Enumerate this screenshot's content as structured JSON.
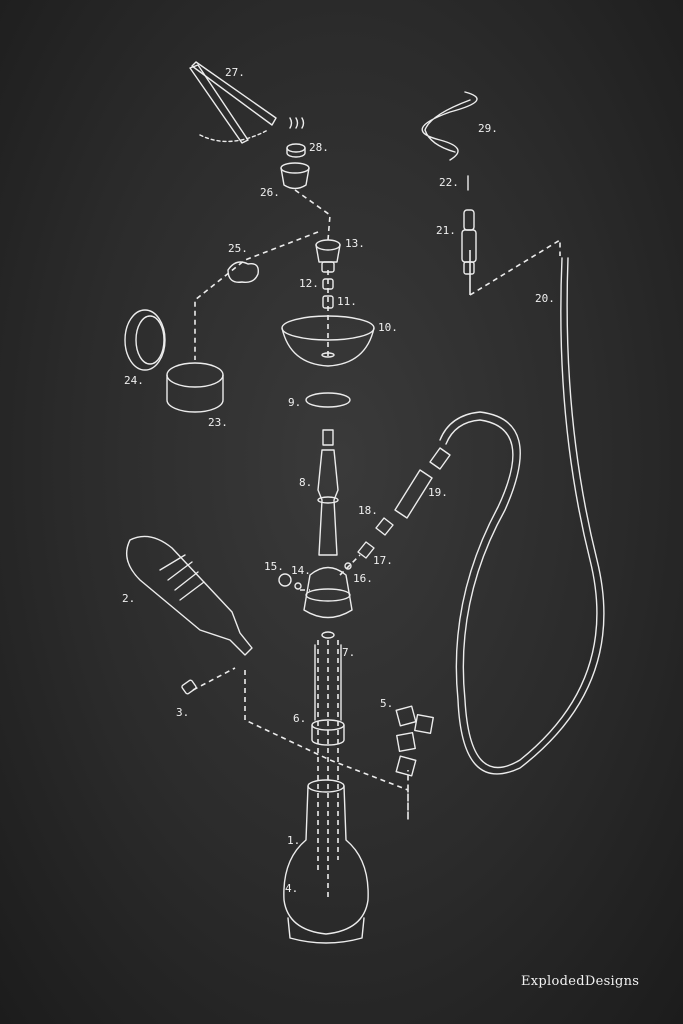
{
  "colors": {
    "background": "#2b2b2b",
    "line": "#ececec"
  },
  "labels": {
    "p1": "1.",
    "p2": "2.",
    "p3": "3.",
    "p4": "4.",
    "p5": "5.",
    "p6": "6.",
    "p7": "7.",
    "p8": "8.",
    "p9": "9.",
    "p10": "10.",
    "p11": "11.",
    "p12": "12.",
    "p13": "13.",
    "p14": "14.",
    "p15": "15.",
    "p16": "16.",
    "p17": "17.",
    "p18": "18.",
    "p19": "19.",
    "p20": "20.",
    "p21": "21.",
    "p22": "22.",
    "p23": "23.",
    "p24": "24.",
    "p25": "25.",
    "p26": "26.",
    "p27": "27.",
    "p28": "28.",
    "p29": "29."
  },
  "logo": "ExplodedDesigns"
}
